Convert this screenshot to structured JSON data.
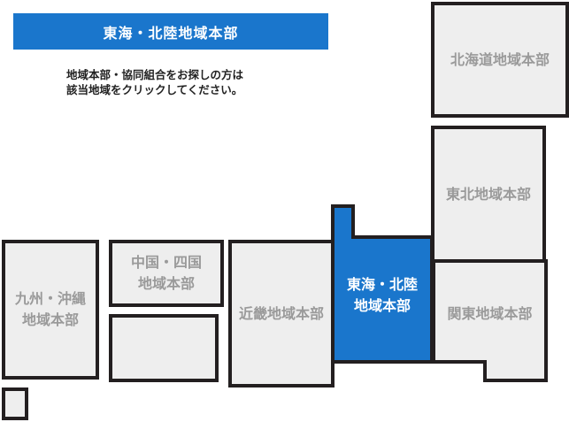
{
  "header": {
    "title": "東海・北陸地域本部"
  },
  "instructions": {
    "line1": "地域本部・協同組合をお探しの方は",
    "line2": "該当地域をクリックしてください。"
  },
  "regions": {
    "hokkaido": {
      "line1": "北海道地域本部"
    },
    "tohoku": {
      "line1": "東北地域本部"
    },
    "kanto": {
      "line1": "関東地域本部"
    },
    "tokai_hokuriku": {
      "line1": "東海・北陸",
      "line2": "地域本部",
      "selected": true
    },
    "kinki": {
      "line1": "近畿地域本部"
    },
    "chugoku_shikoku": {
      "line1": "中国・四国",
      "line2": "地域本部"
    },
    "kyushu_okinawa": {
      "line1": "九州・沖縄",
      "line2": "地域本部"
    }
  },
  "colors": {
    "accent": "#1a76cc",
    "region_fill": "#eeeeee",
    "region_border": "#231f20",
    "region_text": "#9a9a9a"
  }
}
